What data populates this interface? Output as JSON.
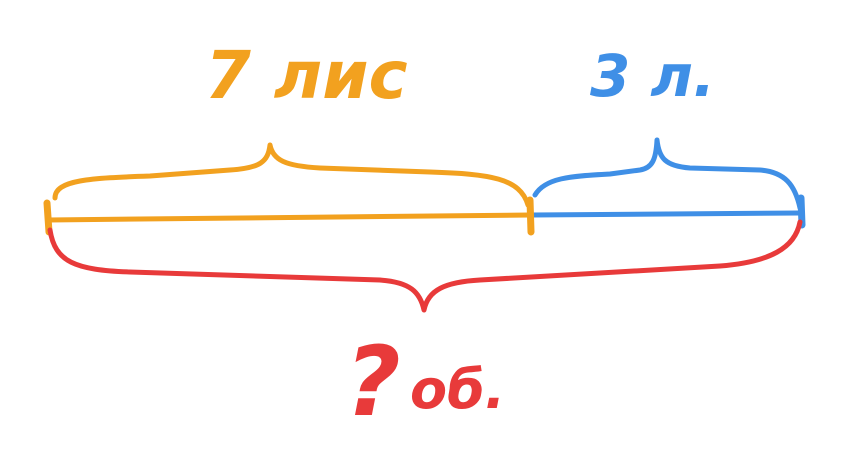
{
  "colors": {
    "orange": "#f2a11f",
    "blue": "#3f8fe6",
    "red": "#e83a3a"
  },
  "labels": {
    "left_part": "7 лис",
    "right_part": "3 л.",
    "total_question": "?",
    "total_unit": "об."
  }
}
